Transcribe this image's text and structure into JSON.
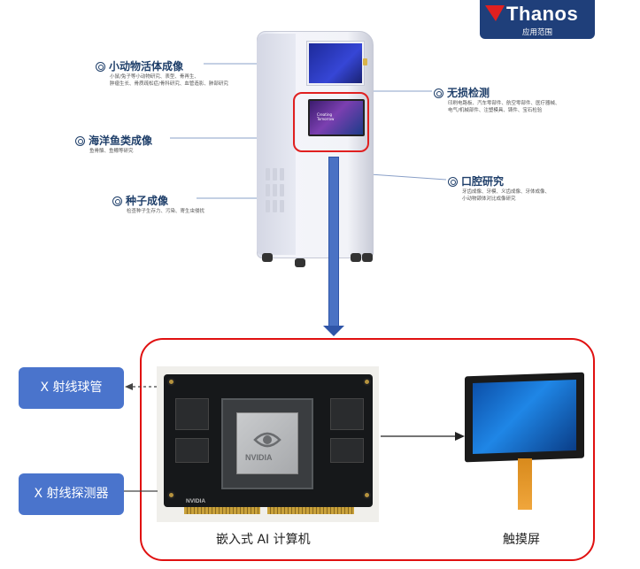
{
  "logo": {
    "brand": "Thanos",
    "subtitle": "应用范围"
  },
  "features": [
    {
      "title": "小动物活体成像",
      "desc": [
        "小鼠/兔子等小动物研究、表型、骨再生、",
        "肿瘤生长、骨质疏松症/骨科研究、血管造影、肺部研究"
      ]
    },
    {
      "title": "海洋鱼类成像",
      "desc": [
        "鱼骨骼、鱼鳔等研究"
      ]
    },
    {
      "title": "种子成像",
      "desc": [
        "检查种子生存力、污染、寄生虫侵扰"
      ]
    },
    {
      "title": "无损检测",
      "desc": [
        "印刷电路板、汽车零部件、航空零部件、医疗器械、",
        "电气/机械部件、注塑模具、铸件、宝石检验"
      ]
    },
    {
      "title": "口腔研究",
      "desc": [
        "牙齿成像、牙模、义齿成像、牙体成像、",
        "小动物颌体对比成像研究"
      ]
    }
  ],
  "machine_screen_text": [
    "Creating",
    "Tomorrow"
  ],
  "board": {
    "chip_brand": "NVIDIA",
    "bottom_brand": "NVIDIA"
  },
  "boxes": {
    "xray_tube": "X 射线球管",
    "xray_detector": "X 射线探测器"
  },
  "captions": {
    "board": "嵌入式 AI 计算机",
    "touchscreen": "触摸屏"
  },
  "colors": {
    "frame_red": "#e01010",
    "box_blue": "#4a74cc",
    "arrow_blue": "#4a72c4",
    "logo_navy": "#1f3f7a"
  }
}
